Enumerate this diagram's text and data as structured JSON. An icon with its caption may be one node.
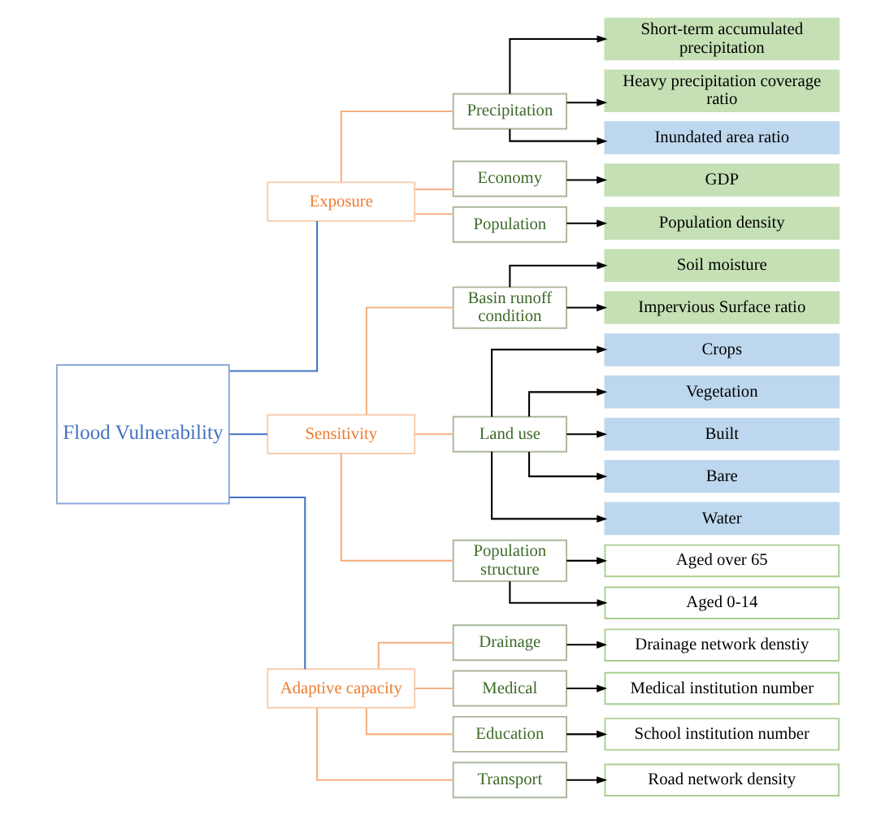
{
  "diagram": {
    "nodes": [
      {
        "text": [
          "Flood Vulnerability"
        ]
      },
      {
        "text": [
          "Exposure"
        ]
      },
      {
        "text": [
          "Precipitation"
        ]
      },
      {
        "text": [
          "Short-term accumulated precipitation"
        ]
      },
      {
        "text": [
          "Heavy precipitation coverage ratio"
        ]
      },
      {
        "text": [
          "Inundated area ratio"
        ]
      },
      {
        "text": [
          "Economy"
        ]
      },
      {
        "text": [
          "GDP"
        ]
      },
      {
        "text": [
          "Population"
        ]
      },
      {
        "text": [
          "Population density"
        ]
      },
      {
        "text": [
          "Sensitivity"
        ]
      },
      {
        "text": [
          "Basin runoff condition"
        ]
      },
      {
        "text": [
          "Soil moisture"
        ]
      },
      {
        "text": [
          "Impervious Surface ratio"
        ]
      },
      {
        "text": [
          "Land use"
        ]
      },
      {
        "text": [
          "Crops"
        ]
      },
      {
        "text": [
          "Vegetation"
        ]
      },
      {
        "text": [
          "Built"
        ]
      },
      {
        "text": [
          "Bare"
        ]
      },
      {
        "text": [
          "Water"
        ]
      },
      {
        "text": [
          "Population structure"
        ]
      },
      {
        "text": [
          "Aged over 65"
        ]
      },
      {
        "text": [
          "Aged 0-14"
        ]
      },
      {
        "text": [
          "Adaptive capacity"
        ]
      },
      {
        "text": [
          "Drainage"
        ]
      },
      {
        "text": [
          "Drainage network denstiy"
        ]
      },
      {
        "text": [
          "Medical"
        ]
      },
      {
        "text": [
          "Medical institution number"
        ]
      },
      {
        "text": [
          "Education"
        ]
      },
      {
        "text": [
          "School institution number"
        ]
      },
      {
        "text": [
          "Transport"
        ]
      },
      {
        "text": [
          "Road network density"
        ]
      }
    ],
    "edges": [
      {
        "from": 0,
        "to": 1,
        "arrow": "none",
        "color": "#4472c4"
      },
      {
        "from": 0,
        "to": 10,
        "arrow": "none",
        "color": "#4472c4"
      },
      {
        "from": 0,
        "to": 23,
        "arrow": "none",
        "color": "#4472c4"
      },
      {
        "from": 1,
        "to": 2,
        "arrow": "none",
        "color": "#f4b183"
      },
      {
        "from": 1,
        "to": 6,
        "arrow": "none",
        "color": "#f4b183"
      },
      {
        "from": 1,
        "to": 8,
        "arrow": "none",
        "color": "#f4b183"
      },
      {
        "from": 2,
        "to": 3,
        "arrow": "to"
      },
      {
        "from": 2,
        "to": 4,
        "arrow": "to"
      },
      {
        "from": 2,
        "to": 5,
        "arrow": "to"
      },
      {
        "from": 6,
        "to": 7,
        "arrow": "to"
      },
      {
        "from": 8,
        "to": 9,
        "arrow": "to"
      },
      {
        "from": 10,
        "to": 11,
        "arrow": "none",
        "color": "#f4b183"
      },
      {
        "from": 10,
        "to": 14,
        "arrow": "none",
        "color": "#f4b183"
      },
      {
        "from": 10,
        "to": 20,
        "arrow": "none",
        "color": "#f4b183"
      },
      {
        "from": 11,
        "to": 12,
        "arrow": "to"
      },
      {
        "from": 11,
        "to": 13,
        "arrow": "to"
      },
      {
        "from": 14,
        "to": 15,
        "arrow": "to"
      },
      {
        "from": 14,
        "to": 16,
        "arrow": "to"
      },
      {
        "from": 14,
        "to": 17,
        "arrow": "to"
      },
      {
        "from": 14,
        "to": 18,
        "arrow": "to"
      },
      {
        "from": 14,
        "to": 19,
        "arrow": "to"
      },
      {
        "from": 20,
        "to": 21,
        "arrow": "to"
      },
      {
        "from": 20,
        "to": 22,
        "arrow": "to"
      },
      {
        "from": 23,
        "to": 24,
        "arrow": "none",
        "color": "#f4b183"
      },
      {
        "from": 23,
        "to": 26,
        "arrow": "none",
        "color": "#f4b183"
      },
      {
        "from": 23,
        "to": 28,
        "arrow": "none",
        "color": "#f4b183"
      },
      {
        "from": 23,
        "to": 30,
        "arrow": "none",
        "color": "#f4b183"
      },
      {
        "from": 24,
        "to": 25,
        "arrow": "to"
      },
      {
        "from": 26,
        "to": 27,
        "arrow": "to"
      },
      {
        "from": 28,
        "to": 29,
        "arrow": "to"
      },
      {
        "from": 30,
        "to": 31,
        "arrow": "to"
      }
    ]
  }
}
